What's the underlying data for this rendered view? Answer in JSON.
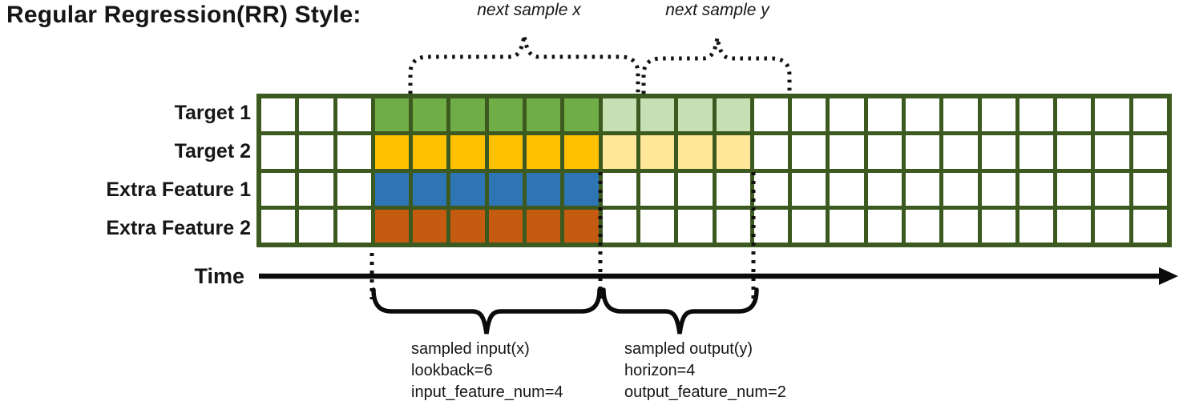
{
  "title": "Regular Regression(RR) Style:",
  "annotations": {
    "next_sample_x": "next sample x",
    "next_sample_y": "next sample y",
    "sampled_input": {
      "line1": "sampled input(x)",
      "line2": "lookback=6",
      "line3": "input_feature_num=4"
    },
    "sampled_output": {
      "line1": "sampled output(y)",
      "line2": "horizon=4",
      "line3": "output_feature_num=2"
    }
  },
  "time_axis": {
    "label": "Time"
  },
  "grid": {
    "border_color": "#3c5a20",
    "blank_cell_color": "#ffffff",
    "total_cols": 24,
    "lead_blank_cols": 3,
    "lookback": 6,
    "horizon": 4,
    "rows": [
      {
        "label": "Target 1",
        "input_color": "#70ad47",
        "output_color": "#c6e0b4"
      },
      {
        "label": "Target 2",
        "input_color": "#ffc000",
        "output_color": "#ffe699"
      },
      {
        "label": "Extra Feature 1",
        "input_color": "#2e75b6",
        "output_color": null
      },
      {
        "label": "Extra Feature 2",
        "input_color": "#c55a11",
        "output_color": null
      }
    ]
  }
}
